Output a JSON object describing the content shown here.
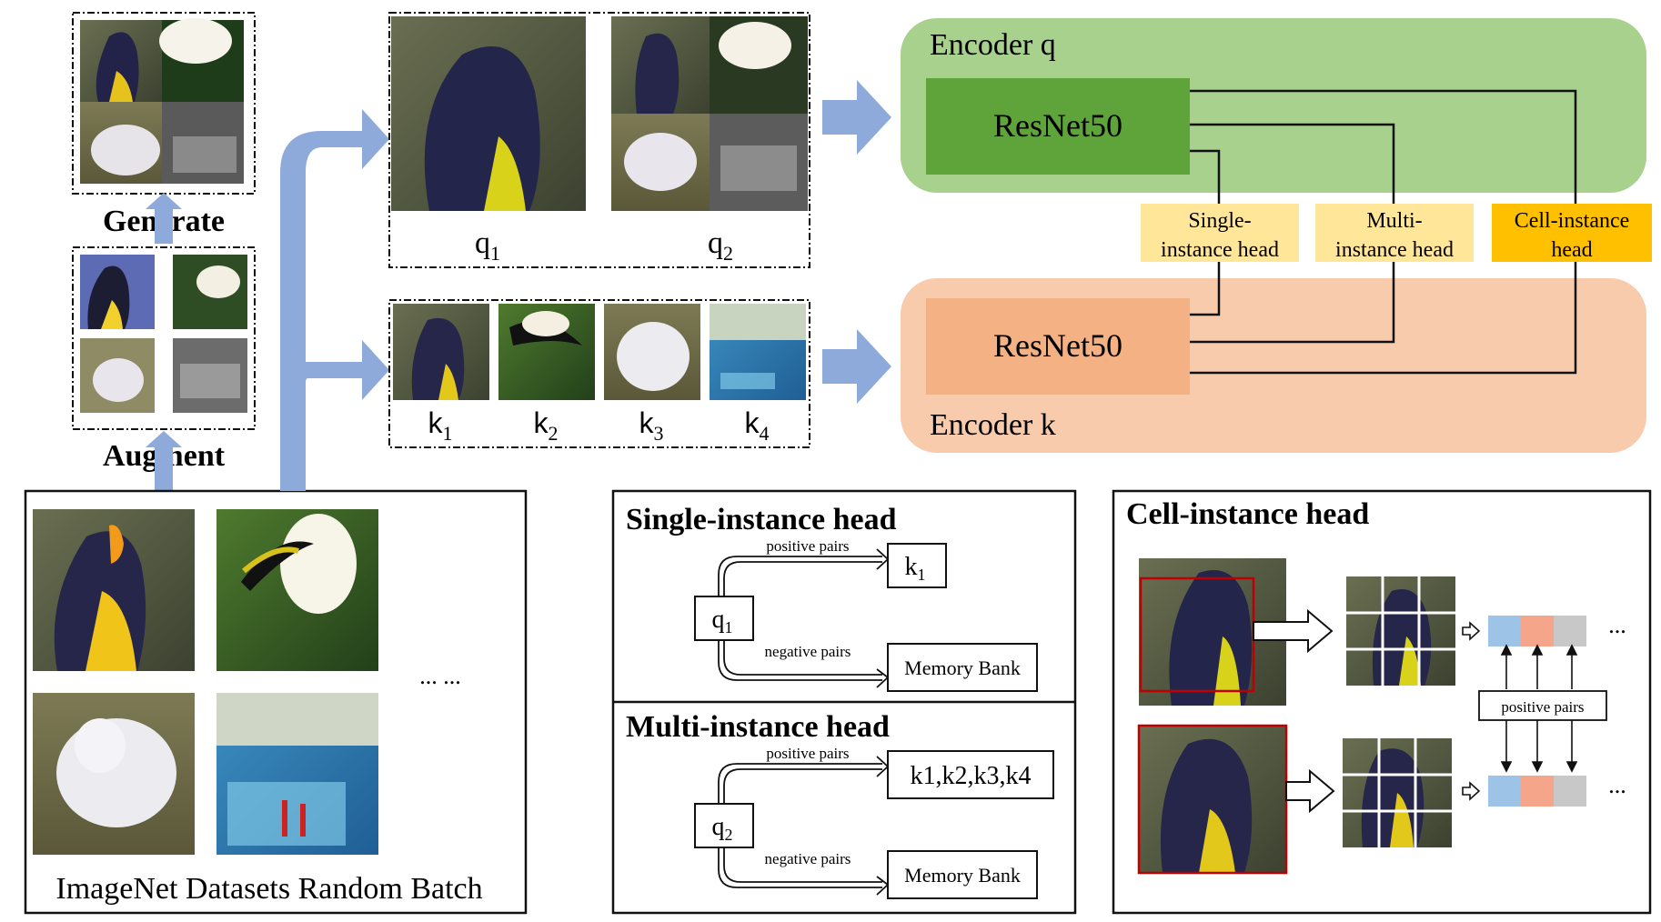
{
  "augment_panel": {
    "generate_label": "Generate",
    "augment_label": "Augment",
    "dataset_label": "ImageNet Datasets Random Batch",
    "more_marker": "... ..."
  },
  "query_views": {
    "q1_label": "q",
    "q1_sub": "1",
    "q2_label": "q",
    "q2_sub": "2"
  },
  "key_views": {
    "labels": [
      {
        "main": "k",
        "sub": "1"
      },
      {
        "main": "k",
        "sub": "2"
      },
      {
        "main": "k",
        "sub": "3"
      },
      {
        "main": "k",
        "sub": "4"
      }
    ]
  },
  "encoder_q": {
    "title": "Encoder q",
    "backbone": "ResNet50",
    "color_bg": "#a9d18e",
    "color_block": "#5ea43a"
  },
  "encoder_k": {
    "title": "Encoder k",
    "backbone": "ResNet50",
    "color_bg": "#f8cbad",
    "color_block": "#f4b183"
  },
  "heads": {
    "single_line1": "Single-",
    "single_line2": "instance head",
    "multi_line1": "Multi-",
    "multi_line2": "instance head",
    "cell_line1": "Cell-instance",
    "cell_line2": "head",
    "color_light": "#ffe699",
    "color_strong": "#ffc000"
  },
  "single_head_panel": {
    "title": "Single-instance head",
    "query": "q",
    "query_sub": "1",
    "positive_label": "positive pairs",
    "positive_target": "k",
    "positive_target_sub": "1",
    "negative_label": "negative pairs",
    "negative_target": "Memory Bank"
  },
  "multi_head_panel": {
    "title": "Multi-instance head",
    "query": "q",
    "query_sub": "2",
    "positive_label": "positive pairs",
    "positive_target": "k1,k2,k3,k4",
    "negative_label": "negative pairs",
    "negative_target": "Memory Bank"
  },
  "cell_head_panel": {
    "title": "Cell-instance head",
    "positive_label": "positive pairs",
    "ellipsis": "...",
    "vector_colors": [
      "#9dc3e6",
      "#f4a58a",
      "#c8c8c8"
    ]
  }
}
